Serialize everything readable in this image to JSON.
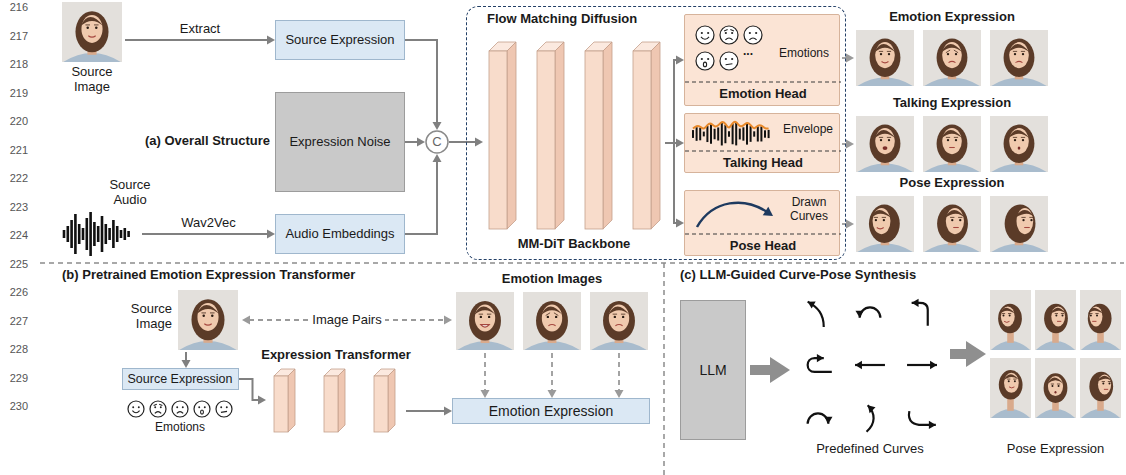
{
  "diagram": {
    "nodes": [
      {
        "text": [
          "Source Image"
        ]
      },
      {
        "text": [
          "Source Expression"
        ]
      },
      {
        "text": [
          "Expression Noise"
        ]
      },
      {
        "text": [
          "Source Audio"
        ]
      },
      {
        "text": [
          "Audio Embeddings"
        ]
      },
      {
        "text": [
          "C"
        ]
      },
      {
        "text": [
          "Flow Matching Diffusion"
        ]
      },
      {
        "text": [
          "MM-DiT Backbone"
        ],
        "in": 6
      },
      {
        "text": [
          "Emotions",
          "Emotion Head"
        ],
        "in": 6
      },
      {
        "text": [
          "Envelope",
          "Talking Head"
        ],
        "in": 6
      },
      {
        "text": [
          "Drawn Curves",
          "Pose Head"
        ],
        "in": 6
      },
      {
        "text": [
          "Emotion Expression"
        ]
      },
      {
        "text": [
          "Talking Expression"
        ]
      },
      {
        "text": [
          "Pose Expression"
        ]
      },
      {
        "text": [
          "Source Image"
        ]
      },
      {
        "text": [
          "Emotion Images"
        ]
      },
      {
        "text": [
          "Source Expression"
        ]
      },
      {
        "text": [
          "Expression Transformer"
        ]
      },
      {
        "text": [
          "Emotion Expression"
        ]
      },
      {
        "text": [
          "LLM"
        ]
      },
      {
        "text": [
          "Predefined Curves"
        ]
      },
      {
        "text": [
          "Pose Expression"
        ]
      }
    ],
    "edges": [
      {
        "from": 0,
        "to": 1,
        "arrow": "to",
        "label": "Extract"
      },
      {
        "from": 1,
        "to": 5,
        "arrow": "to"
      },
      {
        "from": 2,
        "to": 5,
        "arrow": "to"
      },
      {
        "from": 3,
        "to": 4,
        "arrow": "to",
        "label": "Wav2Vec"
      },
      {
        "from": 4,
        "to": 5,
        "arrow": "to"
      },
      {
        "from": 5,
        "to": 7,
        "arrow": "to"
      },
      {
        "from": 7,
        "to": 8,
        "arrow": "to"
      },
      {
        "from": 7,
        "to": 9,
        "arrow": "to"
      },
      {
        "from": 7,
        "to": 10,
        "arrow": "to"
      },
      {
        "from": 8,
        "to": 11,
        "arrow": "to"
      },
      {
        "from": 9,
        "to": 12,
        "arrow": "to"
      },
      {
        "from": 10,
        "to": 13,
        "arrow": "to"
      },
      {
        "from": 14,
        "to": 15,
        "arrow": "both",
        "label": "Image Pairs"
      },
      {
        "from": 14,
        "to": 16,
        "arrow": "to"
      },
      {
        "from": 16,
        "to": 17,
        "arrow": "to"
      },
      {
        "from": 17,
        "to": 18,
        "arrow": "to"
      },
      {
        "from": 15,
        "to": 18,
        "arrow": "to"
      },
      {
        "from": 19,
        "to": 20,
        "arrow": "to"
      },
      {
        "from": 20,
        "to": 21,
        "arrow": "to"
      }
    ],
    "labels": [
      "216",
      "217",
      "218",
      "219",
      "220",
      "221",
      "222",
      "223",
      "224",
      "225",
      "226",
      "227",
      "228",
      "229",
      "230",
      "(a) Overall Structure",
      "...",
      "(b) Pretrained Emotion Expression Transformer",
      "Emotions",
      "(c) LLM-Guided Curve-Pose Synthesis"
    ]
  }
}
